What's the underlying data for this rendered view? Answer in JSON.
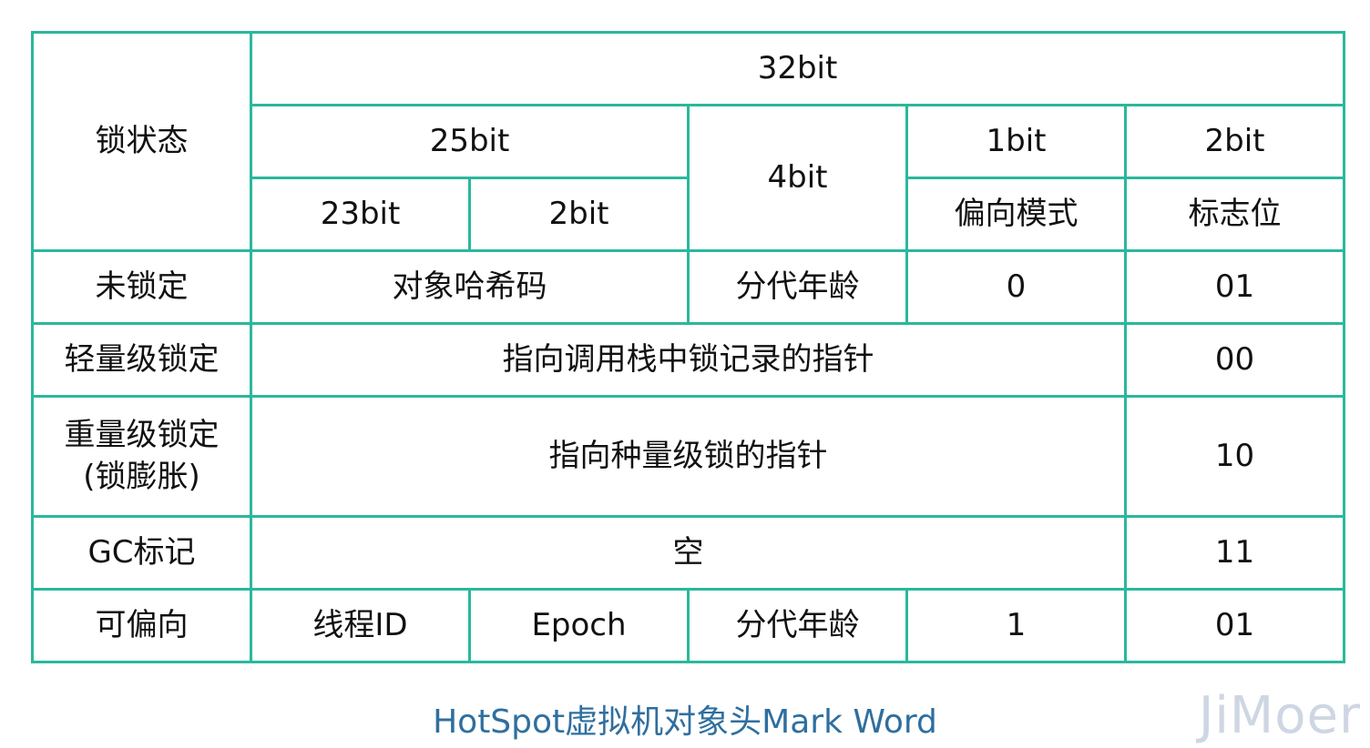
{
  "table": {
    "header": {
      "lock_state": "锁状态",
      "bits_32": "32bit",
      "bits_25": "25bit",
      "bits_4": "4bit",
      "bits_1": "1bit",
      "bits_2": "2bit",
      "bits_23": "23bit",
      "bits_2b": "2bit",
      "biased_mode": "偏向模式",
      "flag_bits": "标志位"
    },
    "rows": [
      {
        "state": "未锁定",
        "hash": "对象哈希码",
        "age": "分代年龄",
        "biased": "0",
        "flag": "01"
      },
      {
        "state": "轻量级锁定",
        "content": "指向调用栈中锁记录的指针",
        "flag": "00"
      },
      {
        "state_line1": "重量级锁定",
        "state_line2": "(锁膨胀)",
        "content": "指向种量级锁的指针",
        "flag": "10"
      },
      {
        "state": "GC标记",
        "content": "空",
        "flag": "11"
      },
      {
        "state": "可偏向",
        "thread_id": "线程ID",
        "epoch": "Epoch",
        "age": "分代年龄",
        "biased": "1",
        "flag": "01"
      }
    ]
  },
  "caption": "HotSpot虚拟机对象头Mark Word",
  "watermark": "JiMoer",
  "colors": {
    "border": "#2ab89c",
    "caption": "#2f6f9f",
    "watermark": "#cfd6e3"
  }
}
